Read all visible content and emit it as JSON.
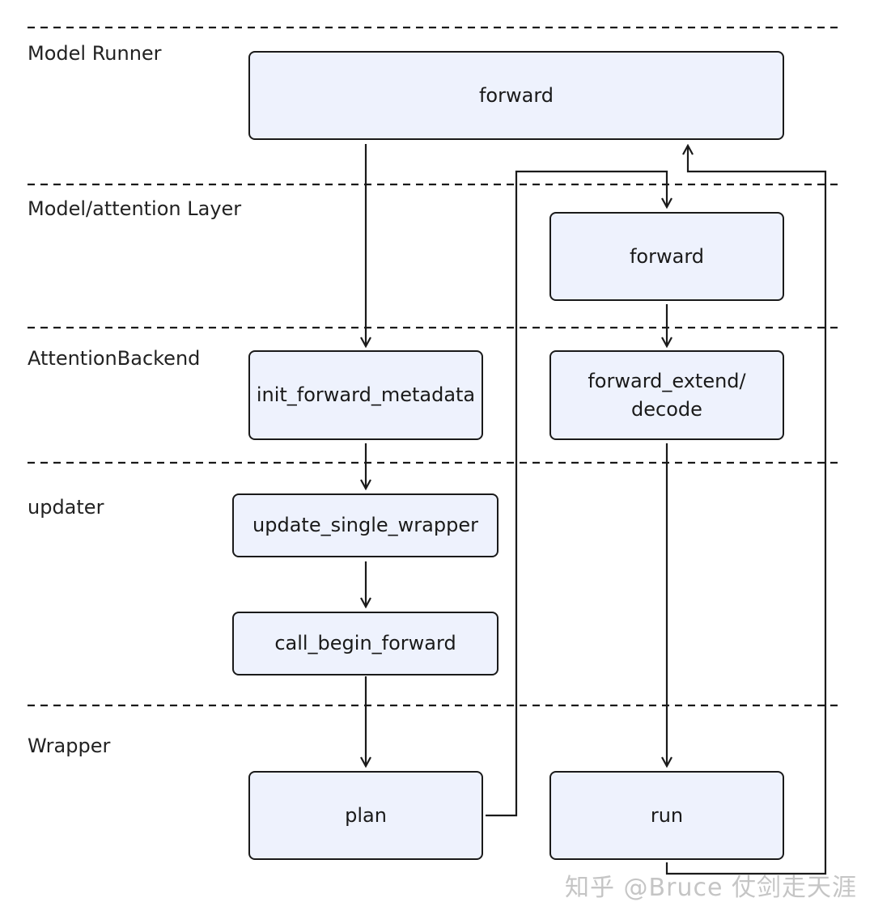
{
  "layers": [
    {
      "id": "model-runner",
      "label": "Model Runner"
    },
    {
      "id": "model-attention-layer",
      "label": "Model/attention Layer"
    },
    {
      "id": "attention-backend",
      "label": "AttentionBackend"
    },
    {
      "id": "updater",
      "label": "updater"
    },
    {
      "id": "wrapper",
      "label": "Wrapper"
    }
  ],
  "nodes": {
    "runner_forward": "forward",
    "layer_forward": "forward",
    "init_forward_metadata": "init_forward_metadata",
    "forward_extend_decode_line1": "forward_extend/",
    "forward_extend_decode_line2": "decode",
    "update_single_wrapper": "update_single_wrapper",
    "call_begin_forward": "call_begin_forward",
    "plan": "plan",
    "run": "run"
  },
  "colors": {
    "node_fill": "#eef2fd",
    "node_border": "#1a1a1a",
    "line": "#1a1a1a",
    "separator": "#1a1a1a"
  },
  "watermark": "知乎 @Bruce 仗剑走天涯"
}
